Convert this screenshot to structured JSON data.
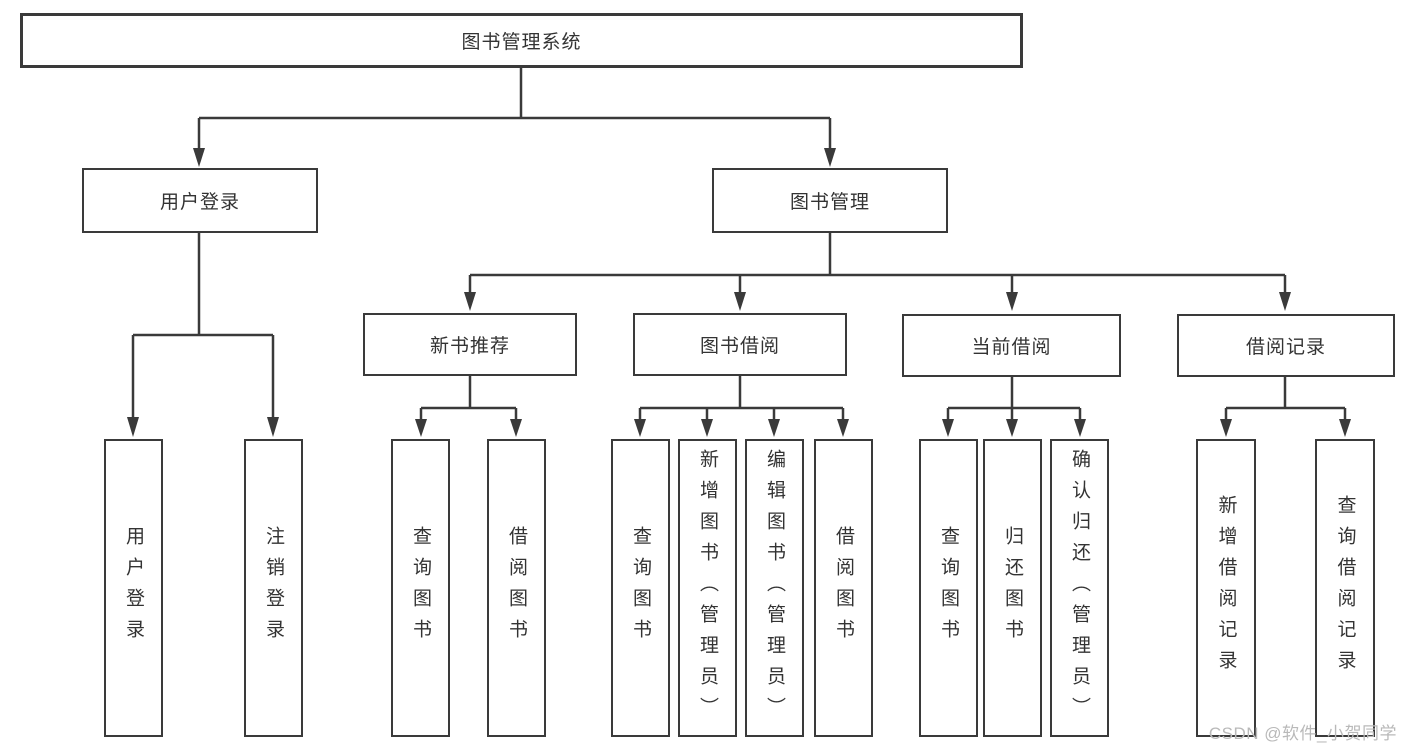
{
  "tree": {
    "label": "图书管理系统",
    "children": [
      {
        "label": "用户登录",
        "children": [
          {
            "label": "用户登录"
          },
          {
            "label": "注销登录"
          }
        ]
      },
      {
        "label": "图书管理",
        "children": [
          {
            "label": "新书推荐",
            "children": [
              {
                "label": "查询图书"
              },
              {
                "label": "借阅图书"
              }
            ]
          },
          {
            "label": "图书借阅",
            "children": [
              {
                "label": "查询图书"
              },
              {
                "label": "新增图书（管理员）"
              },
              {
                "label": "编辑图书（管理员）"
              },
              {
                "label": "借阅图书"
              }
            ]
          },
          {
            "label": "当前借阅",
            "children": [
              {
                "label": "查询图书"
              },
              {
                "label": "归还图书"
              },
              {
                "label": "确认归还（管理员）"
              }
            ]
          },
          {
            "label": "借阅记录",
            "children": [
              {
                "label": "新增借阅记录"
              },
              {
                "label": "查询借阅记录"
              }
            ]
          }
        ]
      }
    ]
  },
  "watermark": {
    "text": "CSDN @软件_小贺同学"
  },
  "colors": {
    "line": "#3a3a3a",
    "text": "#333333",
    "watermark": "#b9b9b9",
    "background": "#ffffff"
  }
}
